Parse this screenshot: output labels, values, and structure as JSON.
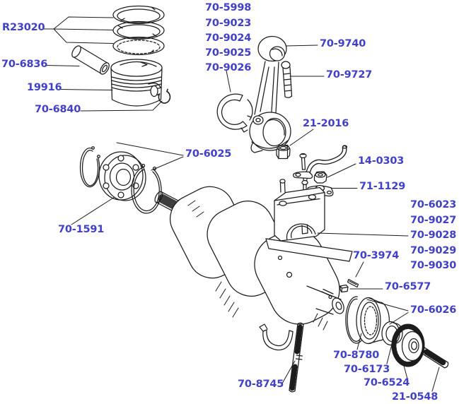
{
  "colors": {
    "background": "#ffffff",
    "label_blue": "#4040c8",
    "line_ink": "#1c1c1c"
  },
  "labels": [
    {
      "id": "R23020",
      "text": "R23020"
    },
    {
      "id": "70-6836",
      "text": "70-6836"
    },
    {
      "id": "19916",
      "text": "19916"
    },
    {
      "id": "70-6840",
      "text": "70-6840"
    },
    {
      "id": "70-5998",
      "text": "70-5998"
    },
    {
      "id": "70-9023",
      "text": "70-9023"
    },
    {
      "id": "70-9024",
      "text": "70-9024"
    },
    {
      "id": "70-9025",
      "text": "70-9025"
    },
    {
      "id": "70-9026",
      "text": "70-9026"
    },
    {
      "id": "70-9740",
      "text": "70-9740"
    },
    {
      "id": "70-9727",
      "text": "70-9727"
    },
    {
      "id": "21-2016",
      "text": "21-2016"
    },
    {
      "id": "70-6025",
      "text": "70-6025"
    },
    {
      "id": "14-0303",
      "text": "14-0303"
    },
    {
      "id": "71-1129",
      "text": "71-1129"
    },
    {
      "id": "70-1591",
      "text": "70-1591"
    },
    {
      "id": "70-6023",
      "text": "70-6023"
    },
    {
      "id": "70-9027",
      "text": "70-9027"
    },
    {
      "id": "70-9028",
      "text": "70-9028"
    },
    {
      "id": "70-9029",
      "text": "70-9029"
    },
    {
      "id": "70-9030",
      "text": "70-9030"
    },
    {
      "id": "70-3974",
      "text": "70-3974"
    },
    {
      "id": "70-6577",
      "text": "70-6577"
    },
    {
      "id": "70-6026",
      "text": "70-6026"
    },
    {
      "id": "70-8780",
      "text": "70-8780"
    },
    {
      "id": "70-6173",
      "text": "70-6173"
    },
    {
      "id": "70-6524",
      "text": "70-6524"
    },
    {
      "id": "21-0548",
      "text": "21-0548"
    },
    {
      "id": "70-8745",
      "text": "70-8745"
    }
  ]
}
